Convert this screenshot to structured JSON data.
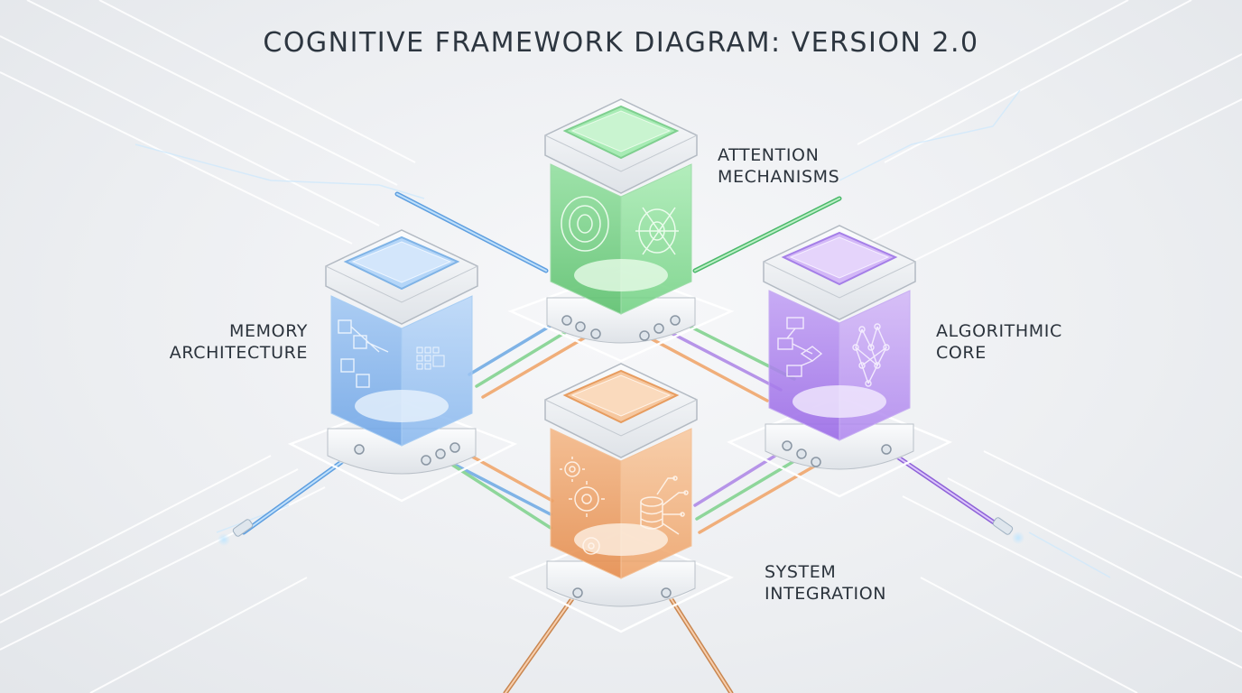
{
  "title": "COGNITIVE FRAMEWORK DIAGRAM: VERSION 2.0",
  "modules": [
    {
      "id": "attention",
      "label_lines": [
        "ATTENTION",
        "MECHANISMS"
      ],
      "color": "#7ddc8c",
      "icon": "target-rings-icon"
    },
    {
      "id": "memory",
      "label_lines": [
        "MEMORY",
        "ARCHITECTURE"
      ],
      "color": "#8cbcf2",
      "icon": "cubes-grid-icon"
    },
    {
      "id": "algorithmic",
      "label_lines": [
        "ALGORITHMIC",
        "CORE"
      ],
      "color": "#b68cf0",
      "icon": "flowchart-network-icon"
    },
    {
      "id": "integration",
      "label_lines": [
        "SYSTEM",
        "INTEGRATION"
      ],
      "color": "#f2a86c",
      "icon": "gears-circuit-icon"
    }
  ],
  "connection_colors": [
    "#7fb3e6",
    "#8ed69a",
    "#b694e8",
    "#f0ae7a"
  ]
}
